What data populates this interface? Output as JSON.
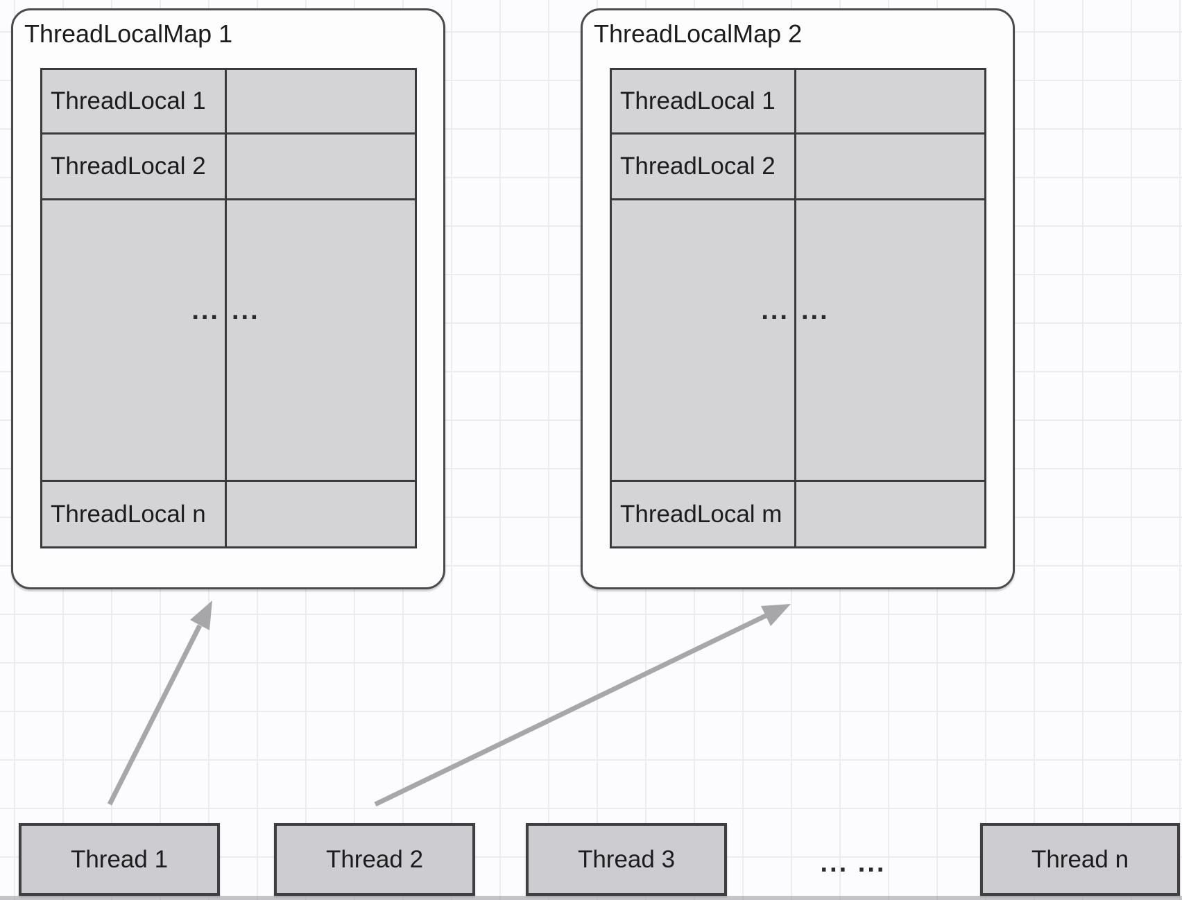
{
  "diagram": {
    "maps": [
      {
        "title": "ThreadLocalMap 1",
        "entries": [
          "ThreadLocal 1",
          "ThreadLocal 2"
        ],
        "ellipsis_left": "...",
        "ellipsis_right": "...",
        "last_entry": "ThreadLocal n"
      },
      {
        "title": "ThreadLocalMap 2",
        "entries": [
          "ThreadLocal 1",
          "ThreadLocal 2"
        ],
        "ellipsis_left": "...",
        "ellipsis_right": "...",
        "last_entry": "ThreadLocal m"
      }
    ],
    "threads": [
      "Thread 1",
      "Thread 2",
      "Thread 3",
      "Thread n"
    ],
    "threads_ellipsis": "... ...",
    "colors": {
      "cell_fill": "#d4d3d6",
      "thread_fill": "#cdccd0",
      "border_dark": "#3a3a3c",
      "outer_border": "#4b4b4d",
      "arrow": "#a7a6a8",
      "grid_line": "#eeebf0",
      "background": "#fcfbfd",
      "text": "#1c1c1e"
    }
  }
}
